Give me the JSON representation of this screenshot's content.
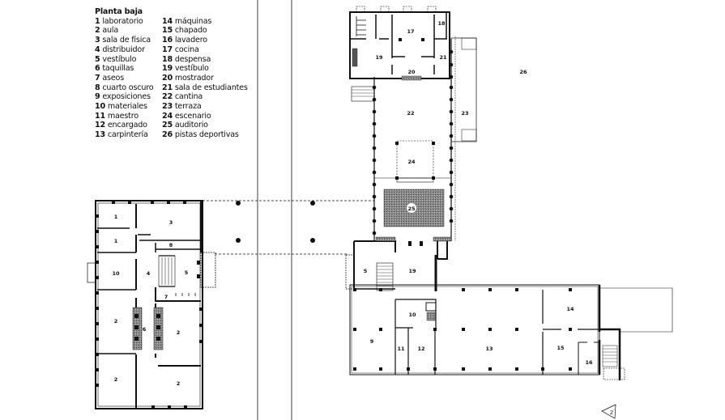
{
  "legend": {
    "title": "Planta baja",
    "items": [
      {
        "n": "1",
        "label": "laboratorio"
      },
      {
        "n": "2",
        "label": "aula"
      },
      {
        "n": "3",
        "label": "sala de física"
      },
      {
        "n": "4",
        "label": "distribuidor"
      },
      {
        "n": "5",
        "label": "vestíbulo"
      },
      {
        "n": "6",
        "label": "taquillas"
      },
      {
        "n": "7",
        "label": "aseos"
      },
      {
        "n": "8",
        "label": "cuarto oscuro"
      },
      {
        "n": "9",
        "label": "exposiciones"
      },
      {
        "n": "10",
        "label": "materiales"
      },
      {
        "n": "11",
        "label": "maestro"
      },
      {
        "n": "12",
        "label": "encargado"
      },
      {
        "n": "13",
        "label": "carpintería"
      },
      {
        "n": "14",
        "label": "máquinas"
      },
      {
        "n": "15",
        "label": "chapado"
      },
      {
        "n": "16",
        "label": "lavadero"
      },
      {
        "n": "17",
        "label": "cocina"
      },
      {
        "n": "18",
        "label": "despensa"
      },
      {
        "n": "19",
        "label": "vestíbulo"
      },
      {
        "n": "20",
        "label": "mostrador"
      },
      {
        "n": "21",
        "label": "sala de estudiantes"
      },
      {
        "n": "22",
        "label": "cantina"
      },
      {
        "n": "23",
        "label": "terraza"
      },
      {
        "n": "24",
        "label": "escenario"
      },
      {
        "n": "25",
        "label": "auditorio"
      },
      {
        "n": "26",
        "label": "pistas deportivas"
      }
    ]
  },
  "room_labels": {
    "r1a": "1",
    "r1b": "1",
    "r3": "3",
    "r8": "8",
    "r10": "10",
    "r4": "4",
    "r5a": "5",
    "r7": "7",
    "r2a": "2",
    "r6": "6",
    "r2b": "2",
    "r2c": "2",
    "r2d": "2",
    "r17": "17",
    "r18": "18",
    "r19a": "19",
    "r21": "21",
    "r20": "20",
    "r22": "22",
    "r23": "23",
    "r24": "24",
    "r25": "25",
    "r26": "26",
    "r5b": "5",
    "r19b": "19",
    "r10b": "10",
    "r9": "9",
    "r11": "11",
    "r12": "12",
    "r13": "13",
    "r14": "14",
    "r15": "15",
    "r16": "16"
  },
  "north_arrow": "Z",
  "colors": {
    "ink": "#111111",
    "hatch": "#7a7a7a"
  }
}
